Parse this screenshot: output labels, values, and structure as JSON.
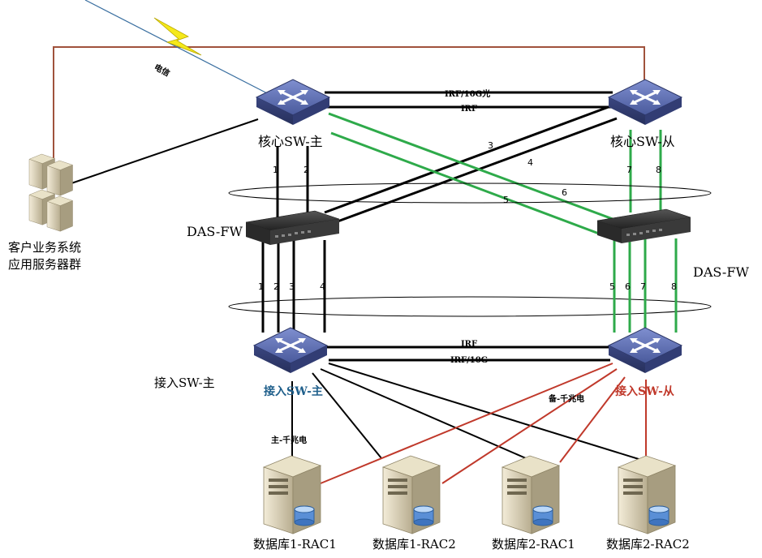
{
  "labels": {
    "telecom": "电信",
    "core_sw_main": "核心SW-主",
    "core_sw_slave": "核心SW-从",
    "das_fw_left": "DAS-FW",
    "das_fw_right": "DAS-FW",
    "client_servers_line1": "客户业务系统",
    "client_servers_line2": "应用服务器群",
    "access_sw_main_side": "接入SW-主",
    "access_sw_main": "接入SW-主",
    "access_sw_slave": "接入SW-从",
    "main_gig": "主-千兆电",
    "backup_gig": "备-千兆电",
    "irf_10g_fiber": "IRF/10G光",
    "irf_top": "IRF",
    "irf_bottom": "IRF",
    "irf_10g_bottom": "IRF/10G"
  },
  "link_numbers": {
    "core_left_1": "1",
    "core_left_2": "2",
    "cross_3": "3",
    "cross_4": "4",
    "cross_5": "5",
    "cross_6": "6",
    "core_right_7": "7",
    "core_right_8": "8",
    "fw_left_1": "1",
    "fw_left_2": "2",
    "fw_left_3": "3",
    "fw_left_4": "4",
    "fw_right_5": "5",
    "fw_right_6": "6",
    "fw_right_7": "7",
    "fw_right_8": "8"
  },
  "databases": [
    {
      "label": "数据库1-RAC1"
    },
    {
      "label": "数据库1-RAC2"
    },
    {
      "label": "数据库2-RAC1"
    },
    {
      "label": "数据库2-RAC2"
    }
  ],
  "colors": {
    "switch_body": "#4a5a9c",
    "green_link": "#2eaa4a",
    "red_link": "#c0392b",
    "brown_link": "#a0523c",
    "access_main_text": "#1f5f8b",
    "access_slave_text": "#c0392b"
  }
}
